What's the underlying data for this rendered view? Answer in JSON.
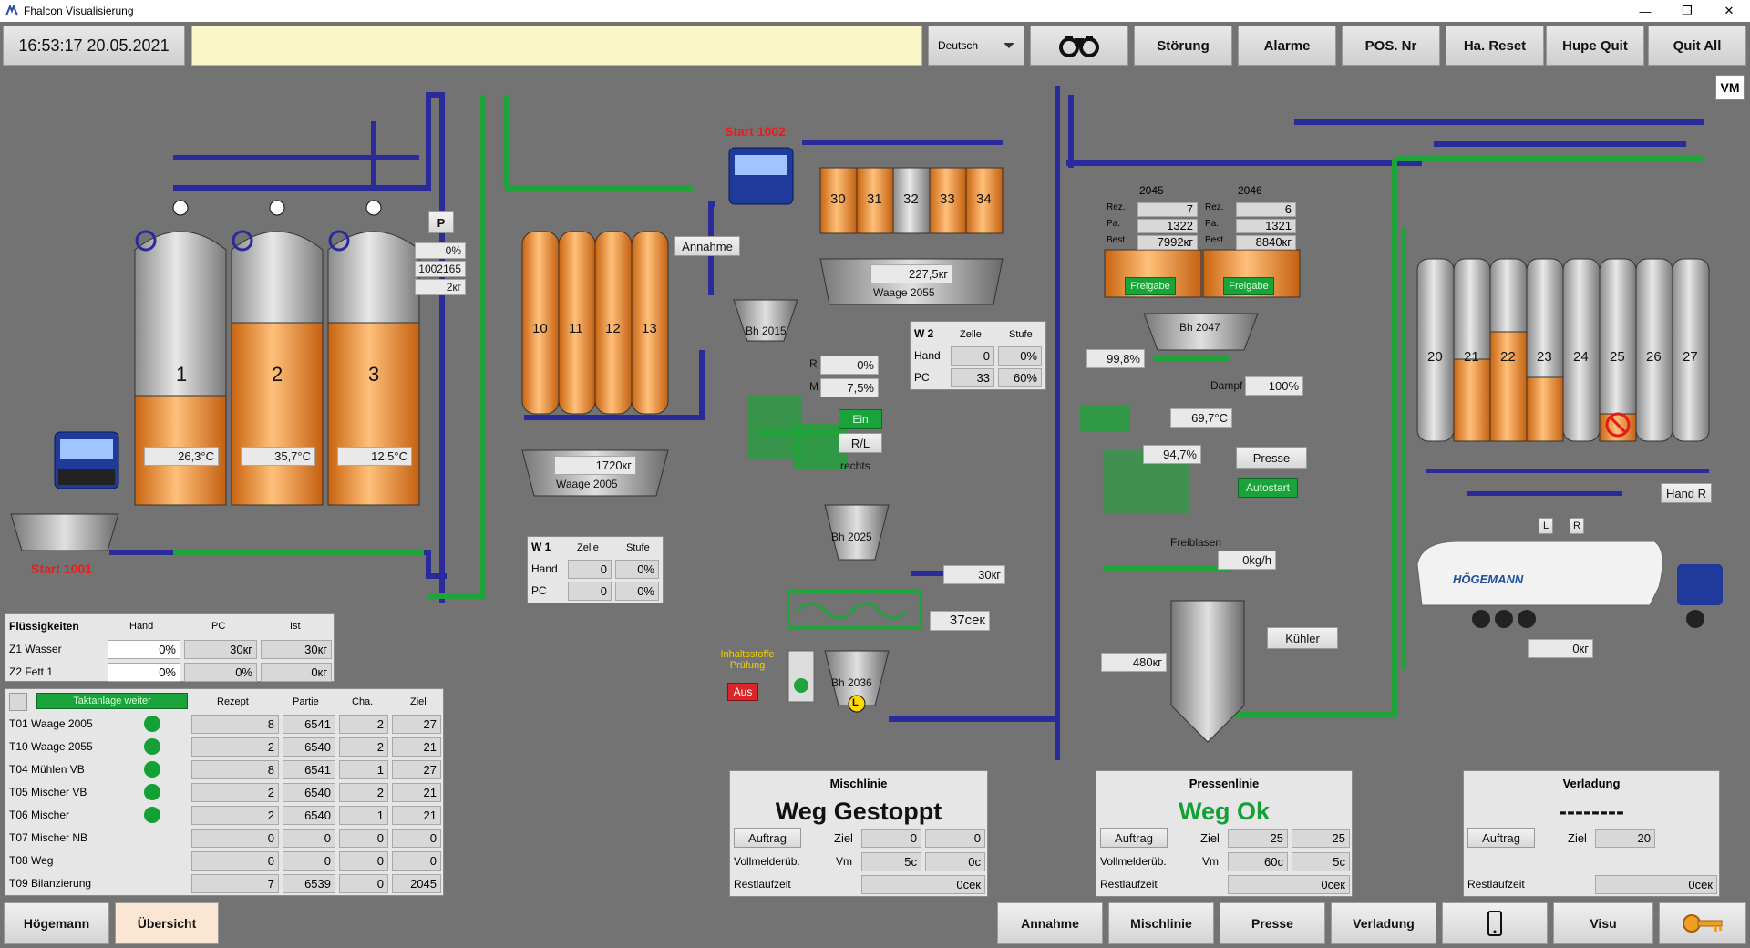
{
  "window": {
    "title": "Fhalcon Visualisierung",
    "controls": [
      "—",
      "❐",
      "✕"
    ]
  },
  "topbar": {
    "clock": "16:53:17  20.05.2021",
    "message": "",
    "language": "Deutsch",
    "buttons": [
      "Störung",
      "Alarme",
      "POS. Nr",
      "Ha. Reset",
      "Hupe Quit",
      "Quit All"
    ]
  },
  "vm_label": "VM",
  "silos": {
    "names": [
      "1",
      "2",
      "3"
    ],
    "temps": [
      "26,3°C",
      "35,7°C",
      "12,5°C"
    ],
    "p_label": "P",
    "p_values": [
      "0%",
      "1002165",
      "2кг"
    ],
    "start_label": "Start 1001"
  },
  "bins_10_13": {
    "names": [
      "10",
      "11",
      "12",
      "13"
    ],
    "annahme": "Annahme",
    "waage_value": "1720кг",
    "waage_name": "Waage 2005"
  },
  "start_1002": "Start 1002",
  "bins_30_34": {
    "names": [
      "30",
      "31",
      "32",
      "33",
      "34"
    ],
    "waage_value": "227,5кг",
    "waage_name": "Waage 2055"
  },
  "w1": {
    "title": "W 1",
    "cols": [
      "Zelle",
      "Stufe"
    ],
    "rows": [
      {
        "label": "Hand",
        "v1": "0",
        "v2": "0%"
      },
      {
        "label": "PC",
        "v1": "0",
        "v2": "0%"
      }
    ]
  },
  "w2": {
    "title": "W 2",
    "cols": [
      "Zelle",
      "Stufe"
    ],
    "rows": [
      {
        "label": "Hand",
        "v1": "0",
        "v2": "0%"
      },
      {
        "label": "PC",
        "v1": "33",
        "v2": "60%"
      }
    ]
  },
  "mill": {
    "bh2015": "Bh 2015",
    "r_label": "R",
    "r_value": "0%",
    "m_label": "M",
    "m_value": "7,5%",
    "ein": "Ein",
    "rl": "R/L",
    "rechts": "rechts",
    "bh2025": "Bh 2025",
    "flow": "30кг",
    "time": "37сек",
    "bh2036": "Bh 2036",
    "bh2036_mark": "L",
    "inhalt_line1": "Inhaltsstoffe",
    "inhalt_line2": "Prüfung",
    "aus": "Aus"
  },
  "press": {
    "c2045": {
      "id": "2045",
      "rez_l": "Rez.",
      "rez": "7",
      "pa_l": "Pa.",
      "pa": "1322",
      "best_l": "Best.",
      "best": "7992кг",
      "freigabe": "Freigabe"
    },
    "c2046": {
      "id": "2046",
      "rez_l": "Rez.",
      "rez": "6",
      "pa_l": "Pa.",
      "pa": "1321",
      "best_l": "Best.",
      "best": "8840кг",
      "freigabe": "Freigabe"
    },
    "bh2047": "Bh 2047",
    "pct1": "99,8%",
    "dampf": "Dampf",
    "dampf_value": "100%",
    "temp": "69,7°C",
    "pct2": "94,7%",
    "presse": "Presse",
    "autostart": "Autostart",
    "freiblasen": "Freiblasen",
    "flow": "0kg/h",
    "kuehler": "Kühler",
    "weight": "480кг"
  },
  "bins_20_27": {
    "names": [
      "20",
      "21",
      "22",
      "23",
      "24",
      "25",
      "26",
      "27"
    ],
    "hand_r": "Hand R",
    "l": "L",
    "r": "R",
    "truck_weight": "0кг",
    "truck_brand": "HÖGEMANN"
  },
  "fluessig": {
    "title": "Flüssigkeiten",
    "cols": [
      "Hand",
      "PC",
      "Ist"
    ],
    "rows": [
      {
        "label": "Z1 Wasser",
        "hand": "0%",
        "pc": "30кг",
        "ist": "30кг"
      },
      {
        "label": "Z2 Fett 1",
        "hand": "0%",
        "pc": "0%",
        "ist": "0кг"
      }
    ]
  },
  "takt": {
    "button": "Taktanlage weiter",
    "cols": [
      "Rezept",
      "Partie",
      "Cha.",
      "Ziel"
    ],
    "rows": [
      {
        "label": "T01 Waage 2005",
        "active": true,
        "rezept": "8",
        "partie": "6541",
        "cha": "2",
        "ziel": "27"
      },
      {
        "label": "T10 Waage 2055",
        "active": true,
        "rezept": "2",
        "partie": "6540",
        "cha": "2",
        "ziel": "21"
      },
      {
        "label": "T04 Mühlen VB",
        "active": true,
        "rezept": "8",
        "partie": "6541",
        "cha": "1",
        "ziel": "27"
      },
      {
        "label": "T05 Mischer VB",
        "active": true,
        "rezept": "2",
        "partie": "6540",
        "cha": "2",
        "ziel": "21"
      },
      {
        "label": "T06 Mischer",
        "active": true,
        "rezept": "2",
        "partie": "6540",
        "cha": "1",
        "ziel": "21"
      },
      {
        "label": "T07 Mischer NB",
        "active": false,
        "rezept": "0",
        "partie": "0",
        "cha": "0",
        "ziel": "0"
      },
      {
        "label": "T08 Weg",
        "active": false,
        "rezept": "0",
        "partie": "0",
        "cha": "0",
        "ziel": "0"
      },
      {
        "label": "T09 Bilanzierung",
        "active": false,
        "rezept": "7",
        "partie": "6539",
        "cha": "0",
        "ziel": "2045"
      }
    ]
  },
  "mischlinie": {
    "title": "Mischlinie",
    "status": "Weg Gestoppt",
    "auftrag": "Auftrag",
    "ziel_l": "Ziel",
    "ziel1": "0",
    "ziel2": "0",
    "voll_l": "Vollmelderüb.",
    "vm_l": "Vm",
    "voll1": "5с",
    "voll2": "0с",
    "rest_l": "Restlaufzeit",
    "rest": "0сек"
  },
  "pressenlinie": {
    "title": "Pressenlinie",
    "status": "Weg Ok",
    "auftrag": "Auftrag",
    "ziel_l": "Ziel",
    "ziel1": "25",
    "ziel2": "25",
    "voll_l": "Vollmelderüb.",
    "vm_l": "Vm",
    "voll1": "60с",
    "voll2": "5с",
    "rest_l": "Restlaufzeit",
    "rest": "0сек"
  },
  "verladung": {
    "title": "Verladung",
    "status": "--------",
    "auftrag": "Auftrag",
    "ziel_l": "Ziel",
    "ziel1": "20",
    "rest_l": "Restlaufzeit",
    "rest": "0сек"
  },
  "bottombar": {
    "left": [
      "Högemann",
      "Übersicht"
    ],
    "right": [
      "Annahme",
      "Mischlinie",
      "Presse",
      "Verladung",
      "",
      "Visu",
      ""
    ]
  },
  "colors": {
    "background": "#737373",
    "pipe_blue": "#2a2a9a",
    "pipe_green": "#1fa33a",
    "fill_orange": "#f08a2a",
    "status_green": "#13a034",
    "status_black": "#111111"
  }
}
